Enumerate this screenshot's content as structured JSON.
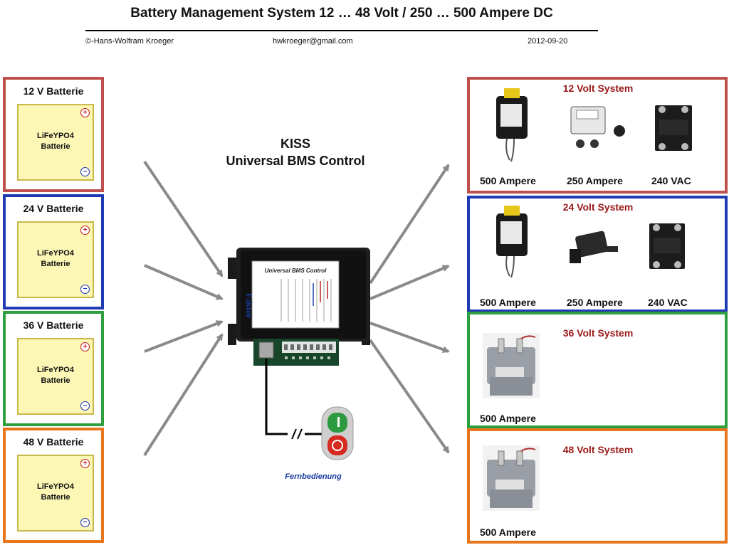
{
  "header": {
    "title": "Battery Management System 12 … 48 Volt / 250 … 500 Ampere DC",
    "author": "©-Hans-Wolfram Kroeger",
    "email": "hwkroeger@gmail.com",
    "date": "2012-09-20"
  },
  "center": {
    "kiss": "KISS",
    "title": "Universal BMS Control",
    "controller_screen_title": "Universal BMS Control",
    "controller_brand": "Faktor",
    "remote_label": "Fernbedienung"
  },
  "batteries": [
    {
      "label": "12 V Batterie",
      "type": "LiFeYPO4",
      "sub": "Batterie",
      "plus": "+",
      "minus": "−",
      "color": "#c0504d"
    },
    {
      "label": "24 V Batterie",
      "type": "LiFeYPO4",
      "sub": "Batterie",
      "plus": "+",
      "minus": "−",
      "color": "#1f3bb3"
    },
    {
      "label": "36 V Batterie",
      "type": "LiFeYPO4",
      "sub": "Batterie",
      "plus": "+",
      "minus": "−",
      "color": "#2e9e3e"
    },
    {
      "label": "48 V Batterie",
      "type": "LiFeYPO4",
      "sub": "Batterie",
      "plus": "+",
      "minus": "−",
      "color": "#e8761c"
    }
  ],
  "systems": [
    {
      "title": "12 Volt System",
      "color": "#c0504d",
      "devices": [
        "500 Ampere",
        "250 Ampere",
        "240 VAC"
      ]
    },
    {
      "title": "24 Volt System",
      "color": "#1f3bb3",
      "devices": [
        "500 Ampere",
        "250 Ampere",
        "240 VAC"
      ]
    },
    {
      "title": "36 Volt System",
      "color": "#2e9e3e",
      "devices": [
        "500 Ampere"
      ]
    },
    {
      "title": "48 Volt System",
      "color": "#e8761c",
      "devices": [
        "500 Ampere"
      ]
    }
  ]
}
